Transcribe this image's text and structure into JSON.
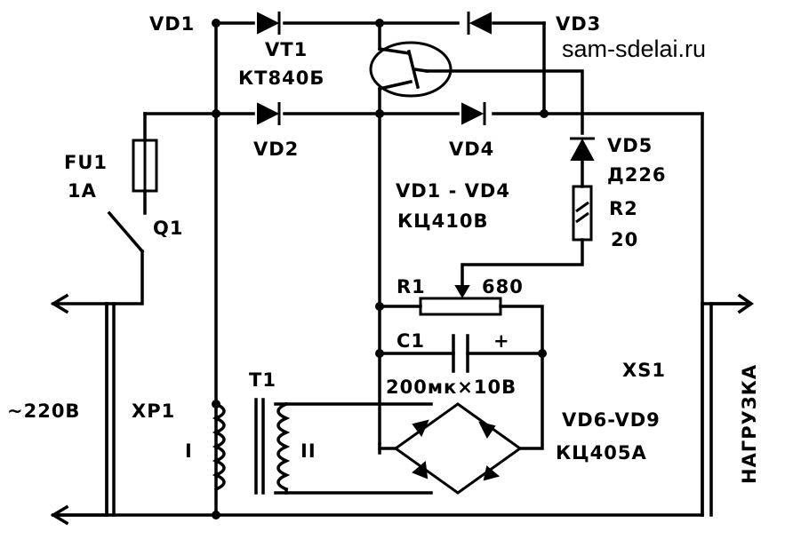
{
  "watermark": "sam-sdelai.ru",
  "labels": {
    "vd1": "VD1",
    "vt1": "VT1",
    "vt1_type": "КТ840Б",
    "vd3": "VD3",
    "vd2": "VD2",
    "vd4": "VD4",
    "vd5": "VD5",
    "vd5_type": "Д226",
    "fu1": "FU1",
    "fu1_rating": "1A",
    "q1": "Q1",
    "vd1_vd4": "VD1 - VD4",
    "vd1_vd4_type": "КЦ410В",
    "r2": "R2",
    "r2_value": "20",
    "r1": "R1",
    "r1_value": "680",
    "c1": "C1",
    "c1_plus": "+",
    "c1_value": "200мк×10В",
    "xs1": "XS1",
    "mains": "~220В",
    "xp1": "XP1",
    "t1": "T1",
    "winding_1": "I",
    "winding_2": "II",
    "vd6_vd9": "VD6-VD9",
    "vd6_vd9_type": "КЦ405А",
    "load": "НАГРУЗКА"
  }
}
